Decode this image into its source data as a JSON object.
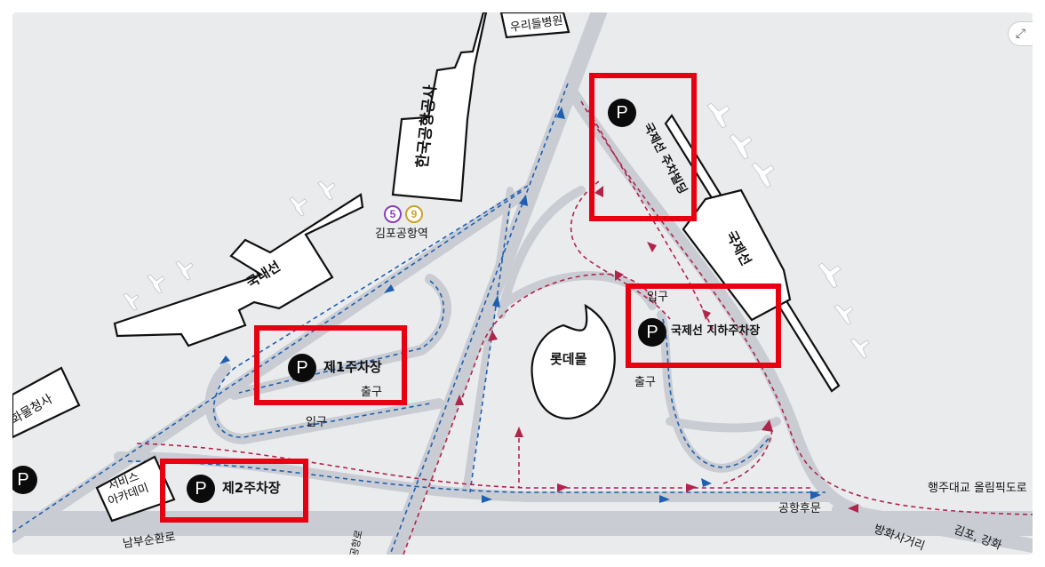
{
  "map": {
    "labels": {
      "hospital": "우리들병원",
      "kac": "한국공항공사",
      "domestic": "국내선",
      "international": "국제선",
      "gimpo_station": "김포공항역",
      "lotte_mall": "롯데몰",
      "cargo": "화물청사",
      "service_academy": "서비스\n아카데미",
      "entrance_a": "입구",
      "exit_a": "출구",
      "entrance_b": "입구",
      "exit_b": "출구",
      "airport_back_gate": "공항후문",
      "road_olympic": "행주대교 올림픽도로",
      "road_banghwa": "방화사거리",
      "road_gimpo": "김포, 강화",
      "road_south": "남부순환로",
      "road_vertical": "공항로"
    },
    "metro_lines": [
      "5",
      "9"
    ],
    "parking": {
      "symbol": "P",
      "p1": "제1주차장",
      "p2": "제2주차장",
      "intl_building": "국제선 주차빌딩",
      "intl_underground": "국제선 지하주차장"
    },
    "colors": {
      "background": "#eaebed",
      "road": "#c9cdd3",
      "blue_route": "#1f5fb0",
      "red_route": "#b0254a",
      "highlight": "#e60012",
      "line5": "#8b3fbf",
      "line9": "#c9a227"
    },
    "icons": [
      "airplane-icon",
      "parking-icon",
      "metro-line-icon",
      "expand-icon"
    ]
  }
}
